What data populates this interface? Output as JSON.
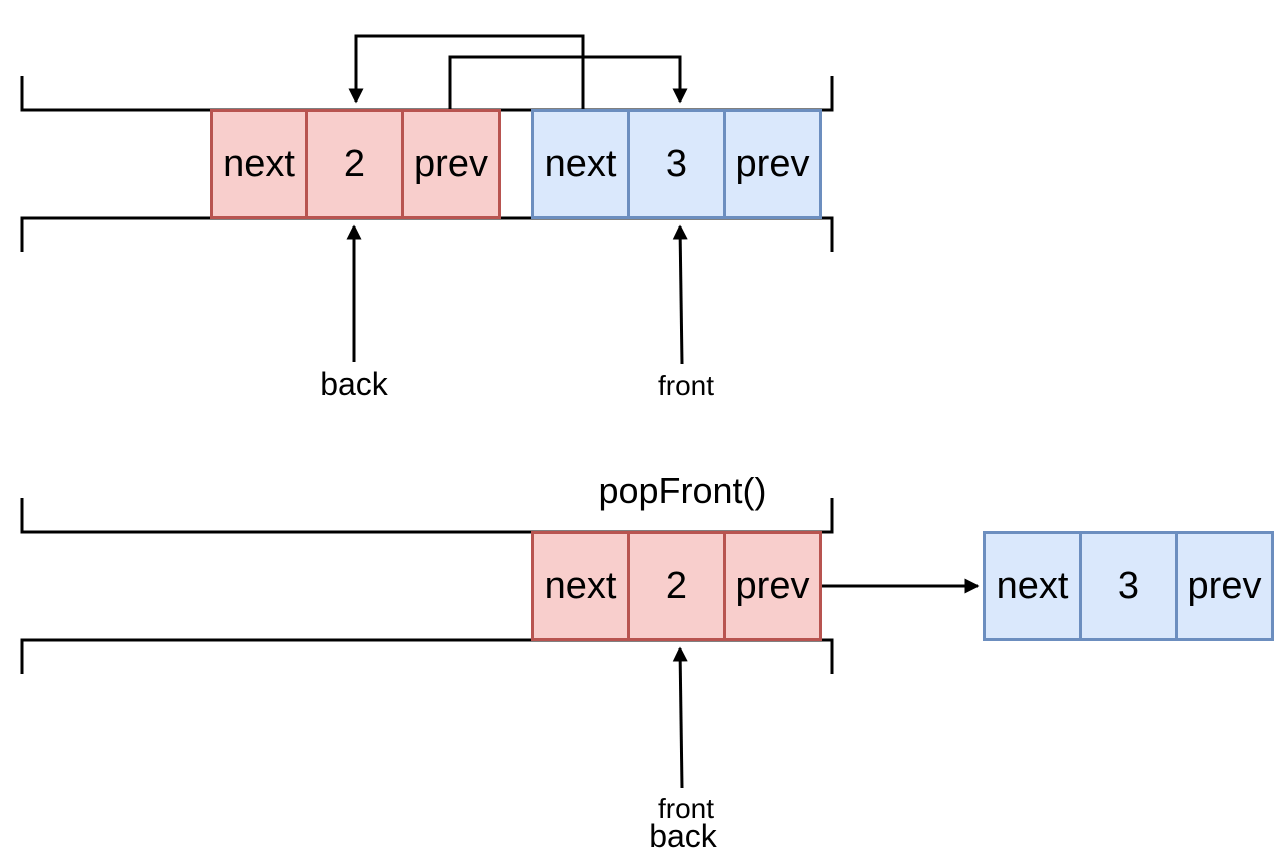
{
  "top": {
    "red_node": {
      "next": "next",
      "value": "2",
      "prev": "prev"
    },
    "blue_node": {
      "next": "next",
      "value": "3",
      "prev": "prev"
    },
    "back_label": "back",
    "front_label": "front"
  },
  "bottom": {
    "operation": "popFront()",
    "red_node": {
      "next": "next",
      "value": "2",
      "prev": "prev"
    },
    "blue_node": {
      "next": "next",
      "value": "3",
      "prev": "prev"
    },
    "front_label": "front",
    "back_label": "back"
  },
  "colors": {
    "red_fill": "#f8cecc",
    "red_stroke": "#b85450",
    "blue_fill": "#dae8fc",
    "blue_stroke": "#6c8ebf",
    "line": "#000000"
  }
}
